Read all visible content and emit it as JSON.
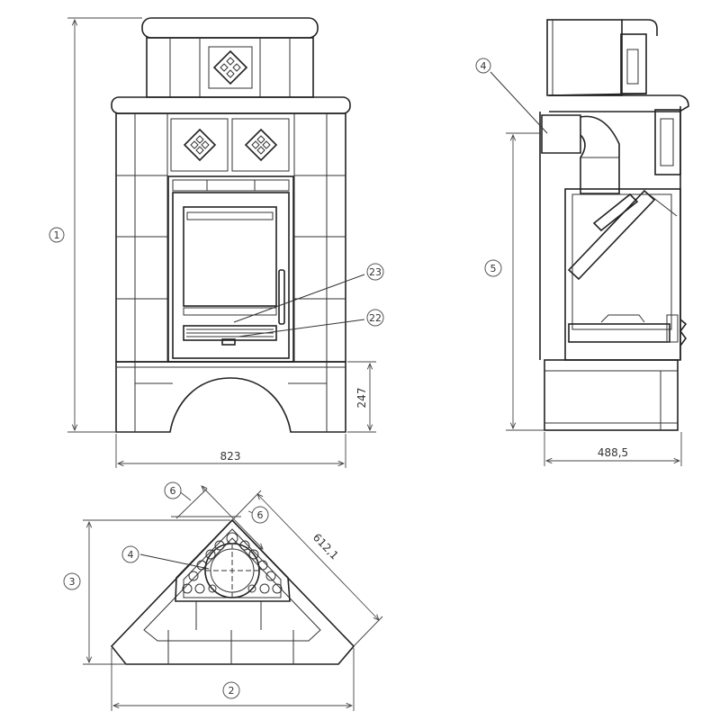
{
  "callouts": {
    "c1": "1",
    "c2": "2",
    "c3": "3",
    "c4_side": "4",
    "c4_plan": "4",
    "c5": "5",
    "c6_left": "6",
    "c6_right": "6",
    "c22": "22",
    "c23": "23"
  },
  "dimensions": {
    "front_width": "823",
    "base_height": "247",
    "side_depth": "488,5",
    "plan_diagonal": "612,1"
  }
}
